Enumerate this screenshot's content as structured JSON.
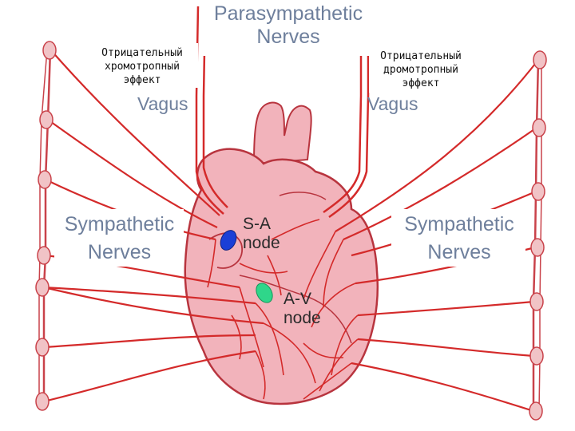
{
  "labels": {
    "parasympathetic_line1": "Parasympathetic",
    "parasympathetic_line2": "Nerves",
    "vagus_left": "Vagus",
    "vagus_right": "Vagus",
    "sympathetic_left_line1": "Sympathetic",
    "sympathetic_left_line2": "Nerves",
    "sympathetic_right_line1": "Sympathetic",
    "sympathetic_right_line2": "Nerves",
    "sa_line1": "S-A",
    "sa_line2": "node",
    "av_line1": "A-V",
    "av_line2": "node"
  },
  "annotations": {
    "left_line1": "Отрицательный",
    "left_line2": "хромотропный",
    "left_line3": "эффект",
    "right_line1": "Отрицательный",
    "right_line2": "дромотропный",
    "right_line3": "эффект"
  },
  "colors": {
    "nerve": "#d42a2a",
    "heart_fill": "#f2b3bb",
    "heart_stroke": "#b8343e",
    "ganglion_fill": "#f1c3c6",
    "sa_node": "#1a3fd6",
    "av_node": "#2fd68a",
    "label_text": "#6e7f9c"
  }
}
